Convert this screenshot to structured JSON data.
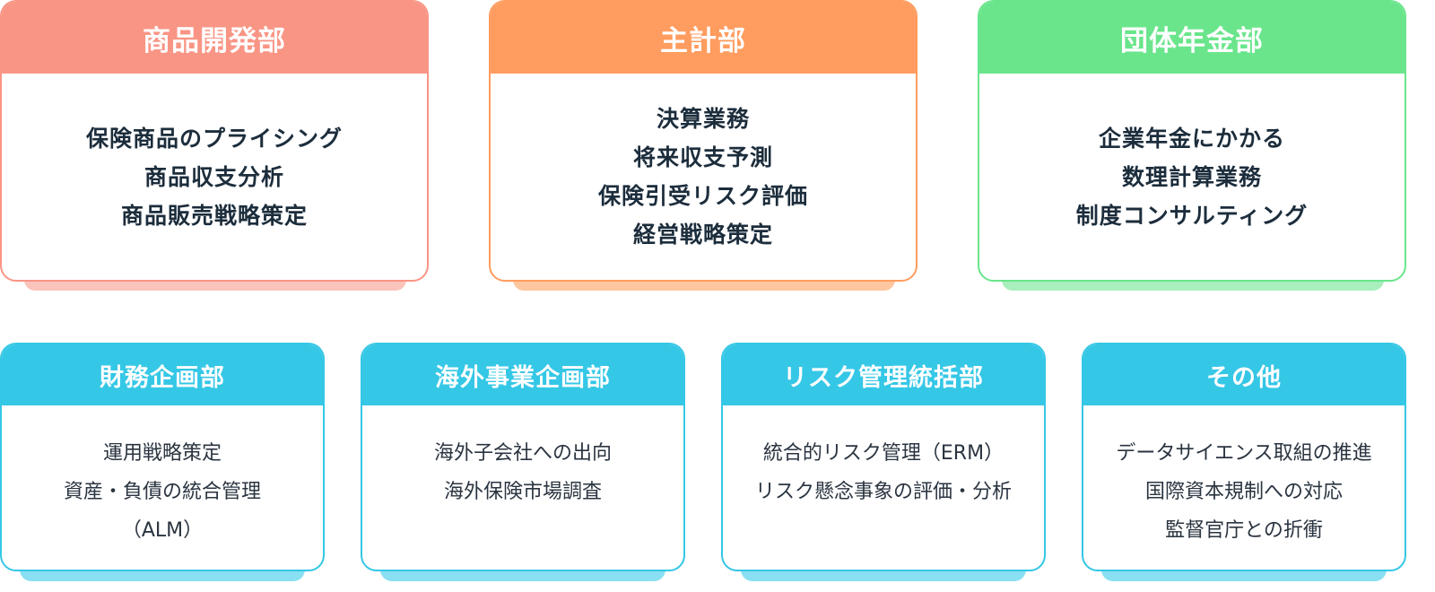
{
  "colors": {
    "product_dev": "#f99585",
    "product_dev_shadow": "#fbc4bb",
    "actuarial": "#ff9c5f",
    "actuarial_shadow": "#ffc7a0",
    "pension": "#6ae58c",
    "pension_shadow": "#a9efbd",
    "blue": "#35c7e6",
    "blue_shadow": "#8ae0f2"
  },
  "top_departments": [
    {
      "title": "商品開発部",
      "lines": [
        "保険商品のプライシング",
        "商品収支分析",
        "商品販売戦略策定"
      ]
    },
    {
      "title": "主計部",
      "lines": [
        "決算業務",
        "将来収支予測",
        "保険引受リスク評価",
        "経営戦略策定"
      ]
    },
    {
      "title": "団体年金部",
      "lines": [
        "企業年金にかかる",
        "数理計算業務",
        "制度コンサルティング"
      ]
    }
  ],
  "bottom_departments": [
    {
      "title": "財務企画部",
      "lines": [
        "運用戦略策定",
        "資産・負債の統合管理",
        "（ALM）"
      ]
    },
    {
      "title": "海外事業企画部",
      "lines": [
        "海外子会社への出向",
        "海外保険市場調査"
      ]
    },
    {
      "title": "リスク管理統括部",
      "lines": [
        "統合的リスク管理（ERM）",
        "リスク懸念事象の評価・分析"
      ]
    },
    {
      "title": "その他",
      "lines": [
        "データサイエンス取組の推進",
        "国際資本規制への対応",
        "監督官庁との折衝"
      ]
    }
  ]
}
